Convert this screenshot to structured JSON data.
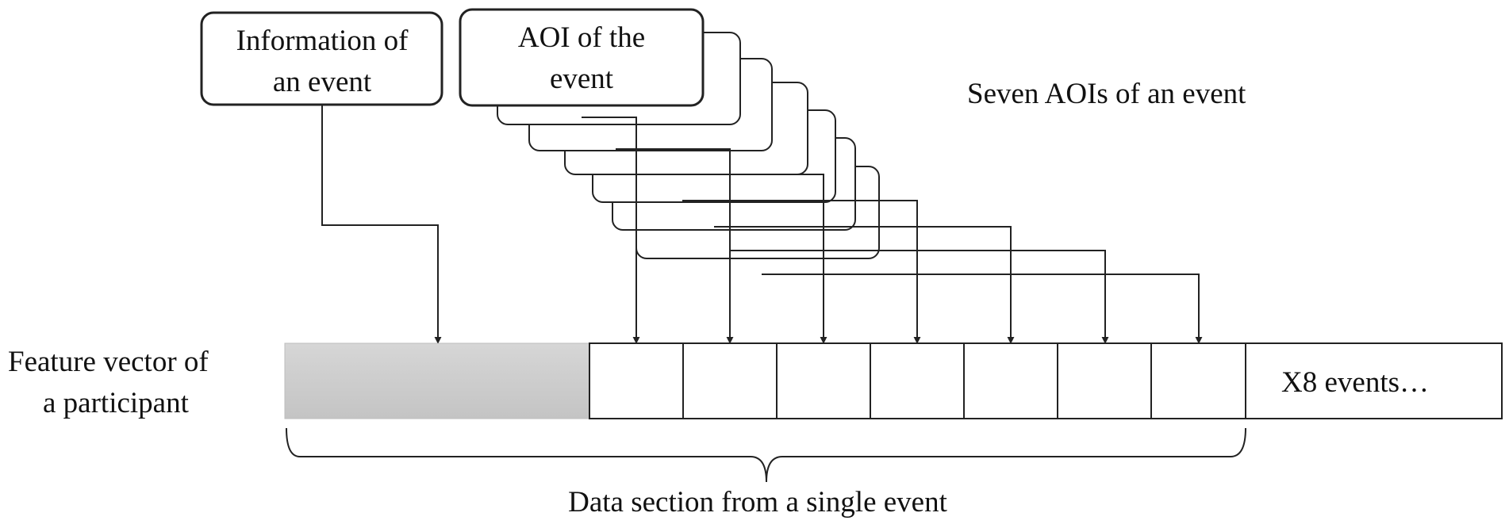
{
  "info_box": {
    "line1": "Information of",
    "line2": "an event"
  },
  "aoi_box": {
    "line1": "AOI of the",
    "line2": "event"
  },
  "seven_aois_label": "Seven AOIs of an event",
  "feature_vector_label": {
    "line1": "Feature vector of",
    "line2": "a participant"
  },
  "more_events_label": "X8 events…",
  "data_section_label": "Data section from a single event",
  "aoi_cell_count": 7,
  "colors": {
    "line": "#222222",
    "info_cell": "#d3d3d3",
    "background": "#ffffff"
  }
}
